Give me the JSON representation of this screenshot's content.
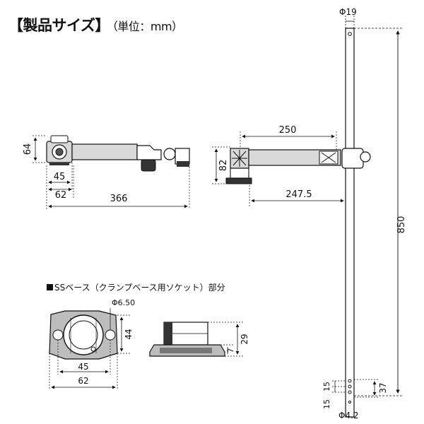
{
  "heading": {
    "title": "【製品サイズ】",
    "unit": "（単位：mm）"
  },
  "section": {
    "label": "SSベース（クランプベース用ソケット）部分"
  },
  "dims": {
    "pole_diameter": "Φ19",
    "pole_length": "850",
    "hole_diameter": "Φ4.2",
    "hole_spacing_a": "15",
    "hole_spacing_b": "15",
    "hole_span": "37",
    "side_height": "64",
    "side_base_width": "45",
    "side_base_outer": "62",
    "side_total_length": "366",
    "front_arm_length": "250",
    "front_height": "82",
    "front_reach": "247.5",
    "base_hole": "Φ6.50",
    "base_width_inner": "45",
    "base_width_outer": "62",
    "base_depth": "44",
    "socket_height": "29",
    "socket_flange": "7"
  },
  "colors": {
    "line": "#111111",
    "dim": "#111111",
    "body_fill": "#d9d9d9",
    "dark_fill": "#333333",
    "base_fill": "#bdbdbd"
  }
}
